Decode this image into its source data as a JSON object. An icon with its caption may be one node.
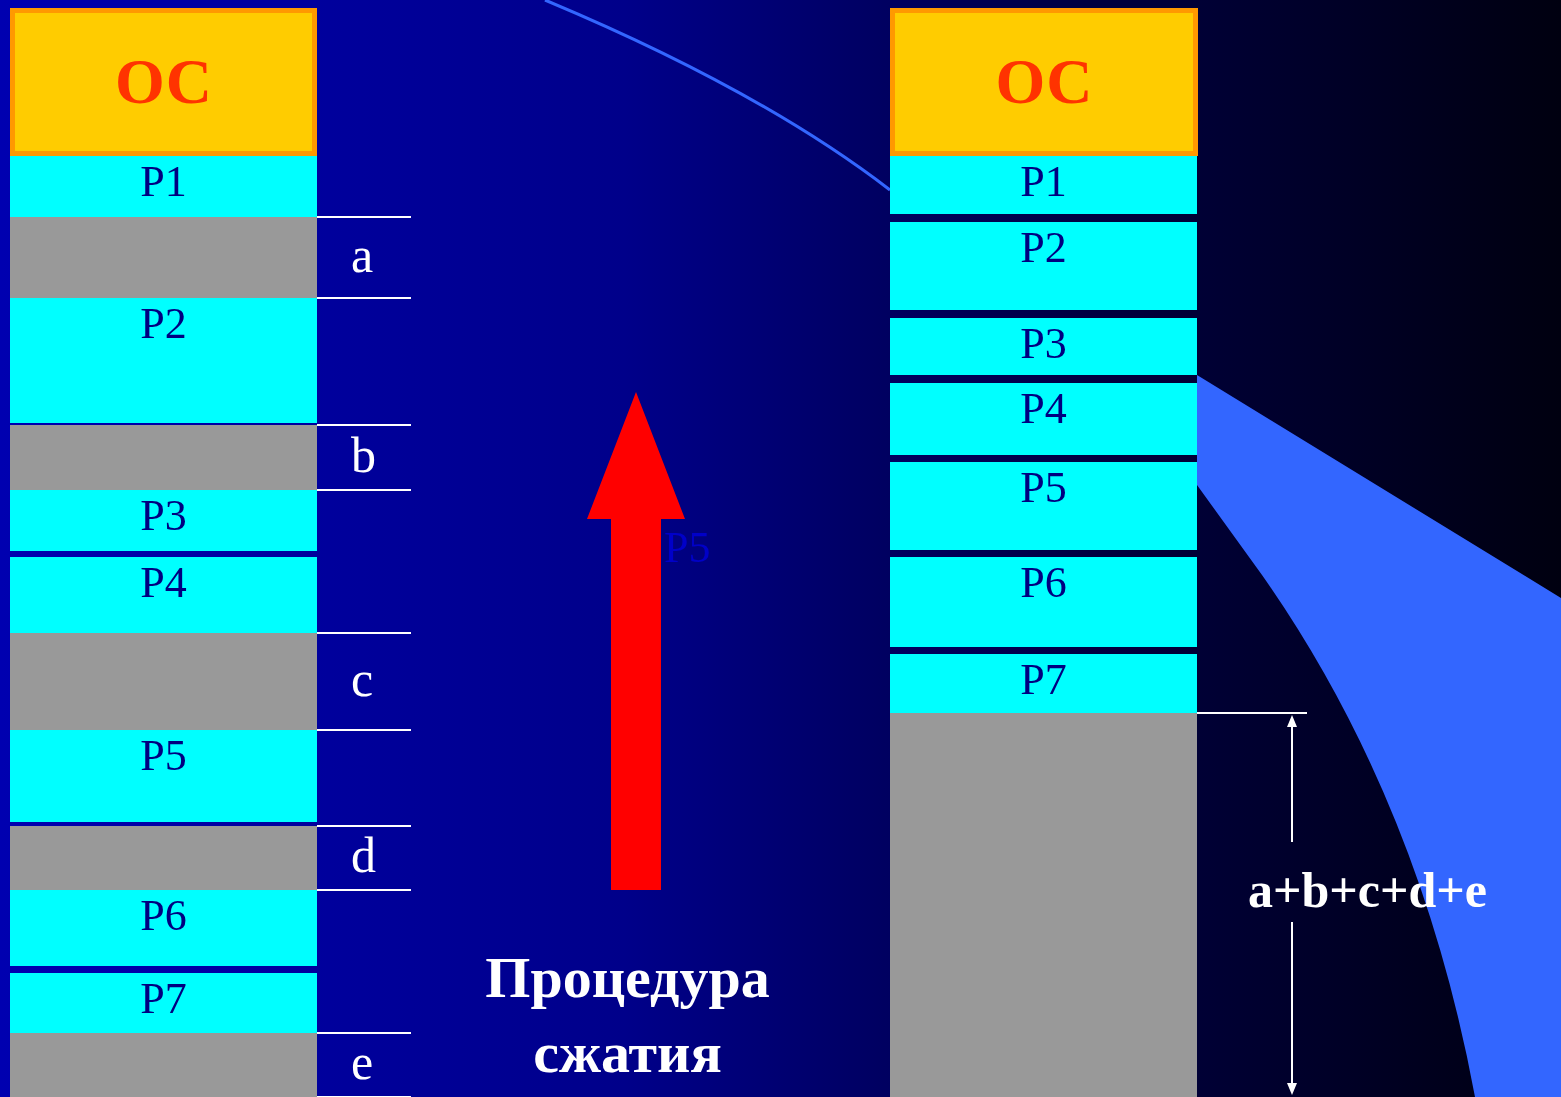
{
  "diagram": {
    "nodes": [
      {
        "text": [
          "ОС"
        ]
      },
      {
        "text": [
          "P1"
        ]
      },
      {
        "text": [],
        "shape": "box",
        "beside": [
          "a"
        ]
      },
      {
        "text": [
          "P2"
        ]
      },
      {
        "text": [],
        "shape": "box",
        "beside": [
          "b"
        ]
      },
      {
        "text": [
          "P3"
        ]
      },
      {
        "text": [
          "P4"
        ]
      },
      {
        "text": [],
        "shape": "box",
        "beside": [
          "c"
        ]
      },
      {
        "text": [
          "P5"
        ]
      },
      {
        "text": [],
        "shape": "box",
        "beside": [
          "d"
        ]
      },
      {
        "text": [
          "P6"
        ]
      },
      {
        "text": [
          "P7"
        ]
      },
      {
        "text": [],
        "shape": "box",
        "beside": [
          "e"
        ]
      },
      {
        "text": [
          "ОС"
        ]
      },
      {
        "text": [
          "P1"
        ]
      },
      {
        "text": [
          "P2"
        ]
      },
      {
        "text": [
          "P3"
        ]
      },
      {
        "text": [
          "P4"
        ]
      },
      {
        "text": [
          "P5"
        ]
      },
      {
        "text": [
          "P6"
        ]
      },
      {
        "text": [
          "P7"
        ]
      },
      {
        "text": [],
        "shape": "box",
        "beside": [
          "a+b+c+d+e"
        ]
      }
    ],
    "labels": [
      "P5",
      "Процедура сжатия"
    ]
  }
}
